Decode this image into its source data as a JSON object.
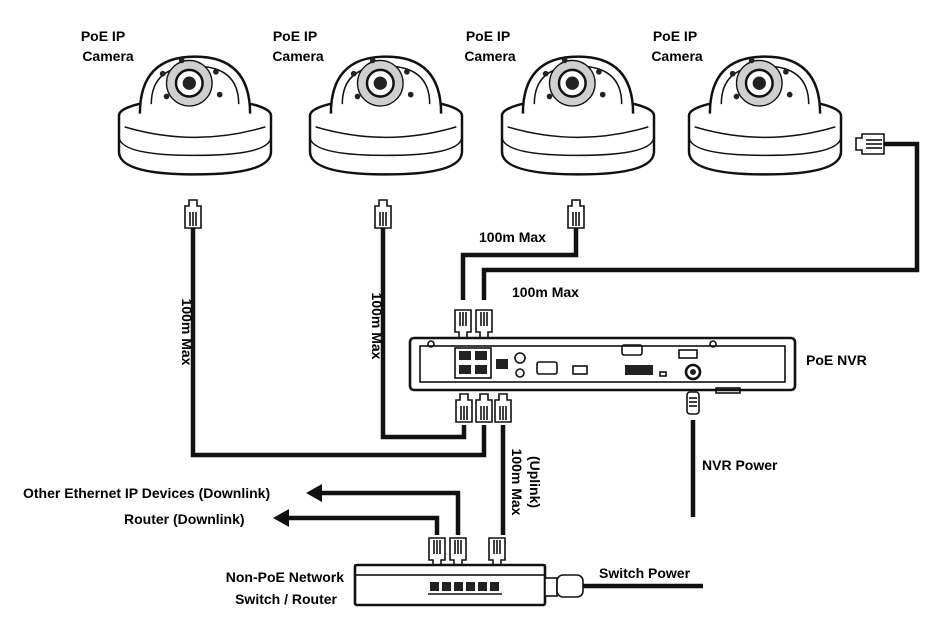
{
  "cameras": [
    {
      "line1": "PoE IP",
      "line2": "Camera"
    },
    {
      "line1": "PoE IP",
      "line2": "Camera"
    },
    {
      "line1": "PoE IP",
      "line2": "Camera"
    },
    {
      "line1": "PoE IP",
      "line2": "Camera"
    }
  ],
  "nvr": {
    "label": "PoE NVR",
    "power_label": "NVR Power"
  },
  "cables": {
    "cam1_max": "100m Max",
    "cam2_max": "100m Max",
    "cam3_max": "100m Max",
    "cam4_max": "100m Max",
    "uplink_max": "100m Max",
    "uplink_note": "(Uplink)"
  },
  "switch": {
    "line1": "Non-PoE Network",
    "line2": "Switch / Router",
    "power_label": "Switch Power"
  },
  "downlinks": {
    "other_devices": "Other Ethernet IP Devices (Downlink)",
    "router": "Router (Downlink)"
  },
  "colors": {
    "line": "#111111",
    "background": "#ffffff"
  }
}
